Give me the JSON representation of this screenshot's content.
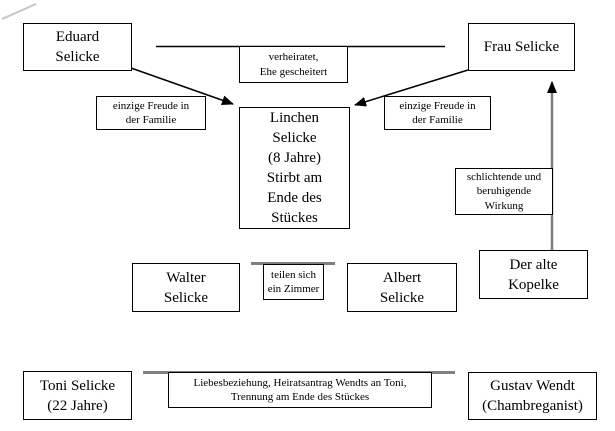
{
  "nodes": {
    "eduard": "Eduard\nSelicke",
    "frau": "Frau Selicke",
    "linchen": "Linchen\nSelicke\n(8 Jahre)\nStirbt am\nEnde des\nStückes",
    "kopelke": "Der alte\nKopelke",
    "walter": "Walter\nSelicke",
    "albert": "Albert\nSelicke",
    "toni": "Toni Selicke\n(22 Jahre)",
    "gustav": "Gustav Wendt\n(Chambreganist)"
  },
  "edge_labels": {
    "marriage": "verheiratet,\nEhe gescheitert",
    "joy_left": "einzige Freude in\nder Familie",
    "joy_right": "einzige Freude in\nder Familie",
    "calming": "schlichtende und\nberuhigende\nWirkung",
    "shared_room": "teilen sich\nein Zimmer",
    "love": "Liebesbeziehung, Heiratsantrag Wendts an Toni,\nTrennung am Ende des Stückes"
  },
  "colors": {
    "background": "#ffffff",
    "box_border": "#000000",
    "text": "#000000",
    "connector_black": "#000000",
    "connector_gray": "#808080",
    "stray_mark": "#c4c4c4"
  }
}
